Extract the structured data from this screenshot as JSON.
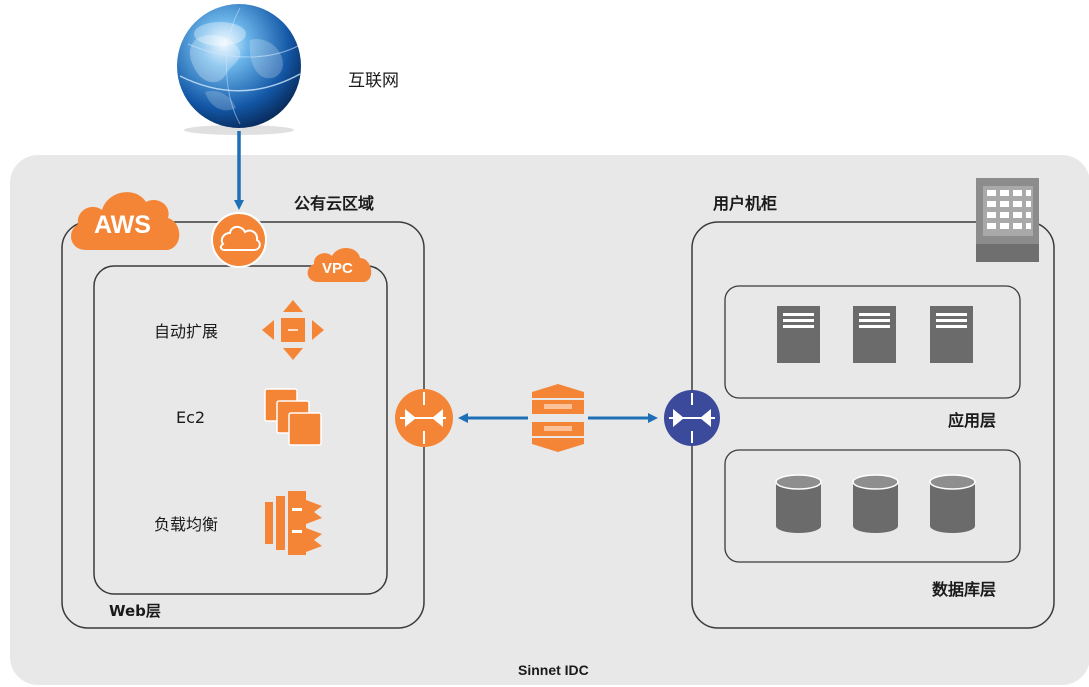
{
  "internet": {
    "label": "互联网"
  },
  "public_cloud": {
    "title": "公有云区域",
    "aws_badge": "AWS",
    "vpc_badge": "VPC",
    "services": [
      {
        "label": "自动扩展",
        "icon": "auto-scaling-icon"
      },
      {
        "label": "Ec2",
        "icon": "ec2-instances-icon"
      },
      {
        "label": "负载均衡",
        "icon": "load-balancer-icon"
      }
    ],
    "web_layer": "Web层"
  },
  "user_rack": {
    "title": "用户机柜",
    "app_layer": "应用层",
    "db_layer": "数据库层"
  },
  "idc": {
    "label": "Sinnet IDC"
  },
  "colors": {
    "aws_orange": "#f58536",
    "arrow_blue": "#1f6fb8",
    "router_blue": "#3c4a9c",
    "idc_gray": "#e8e8e8",
    "server_gray": "#6b6b6b"
  }
}
